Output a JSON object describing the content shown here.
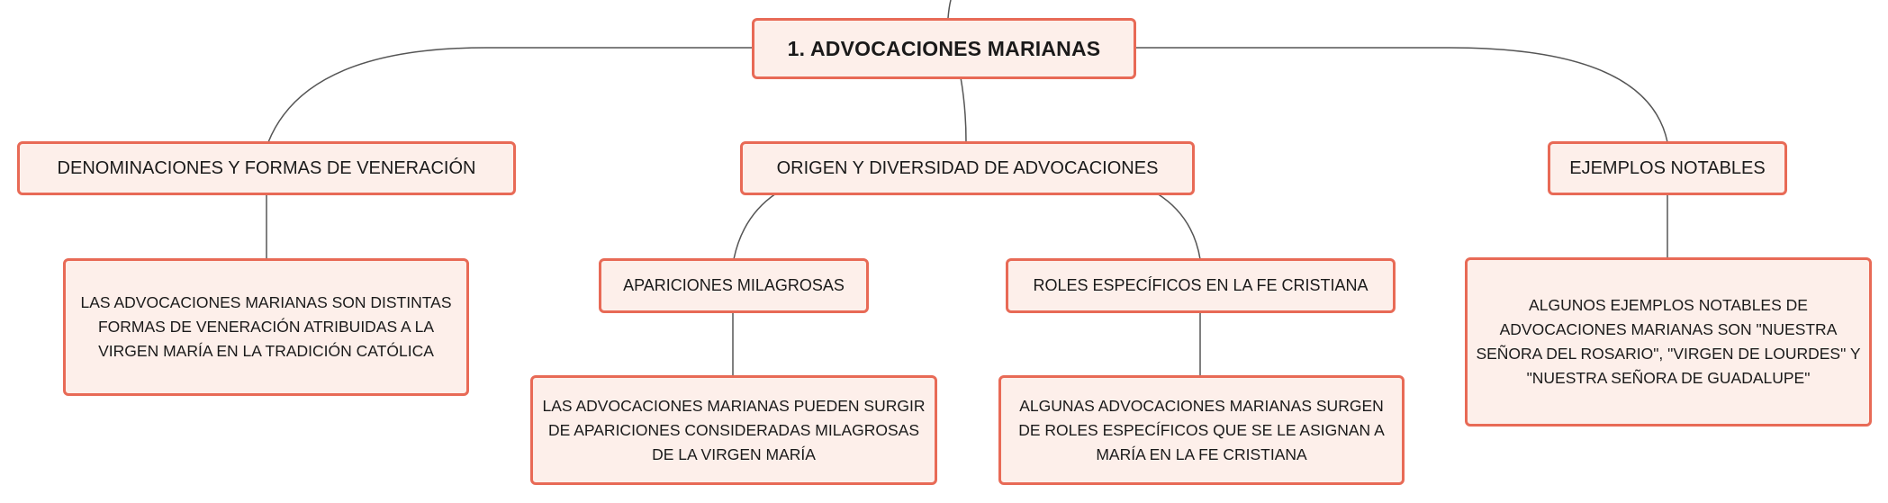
{
  "diagram": {
    "root": {
      "title": "1. ADVOCACIONES MARIANAS"
    },
    "branches": [
      {
        "label": "DENOMINACIONES Y FORMAS DE VENERACIÓN",
        "detail": "LAS ADVOCACIONES MARIANAS SON DISTINTAS FORMAS DE VENERACIÓN ATRIBUIDAS A LA VIRGEN MARÍA EN LA TRADICIÓN CATÓLICA"
      },
      {
        "label": "ORIGEN Y DIVERSIDAD DE ADVOCACIONES",
        "children": [
          {
            "label": "APARICIONES MILAGROSAS",
            "detail": "LAS ADVOCACIONES MARIANAS PUEDEN SURGIR DE APARICIONES CONSIDERADAS MILAGROSAS DE LA VIRGEN MARÍA"
          },
          {
            "label": "ROLES ESPECÍFICOS EN LA FE CRISTIANA",
            "detail": "ALGUNAS ADVOCACIONES MARIANAS SURGEN DE ROLES ESPECÍFICOS QUE SE LE ASIGNAN A MARÍA EN LA FE CRISTIANA"
          }
        ]
      },
      {
        "label": "EJEMPLOS NOTABLES",
        "detail": "ALGUNOS EJEMPLOS NOTABLES DE ADVOCACIONES MARIANAS SON \"NUESTRA SEÑORA DEL ROSARIO\", \"VIRGEN DE LOURDES\" Y \"NUESTRA SEÑORA DE GUADALUPE\""
      }
    ]
  },
  "colors": {
    "node_border": "#e86a56",
    "node_fill": "#fdefea",
    "connector": "#555555"
  }
}
